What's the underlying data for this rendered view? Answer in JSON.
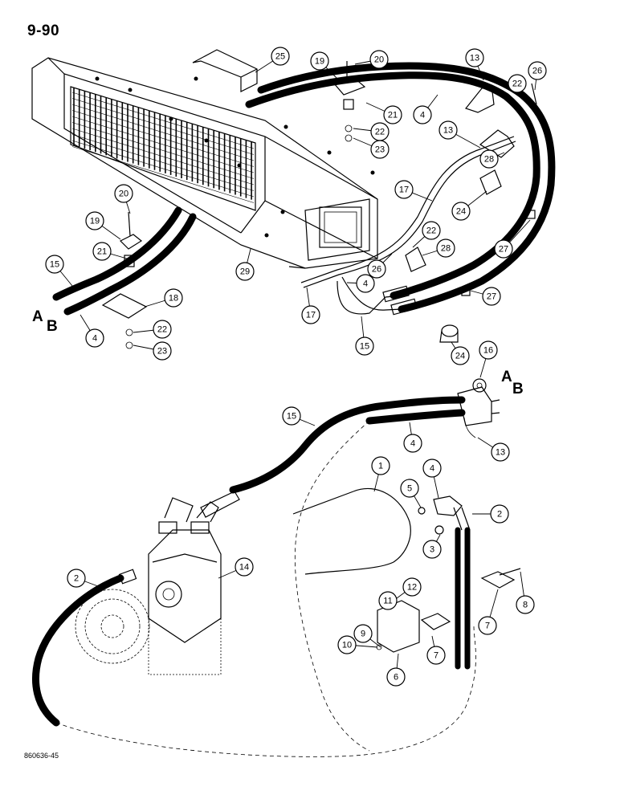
{
  "page_number": "9-90",
  "figure_id": "860636-45",
  "hose_ends": {
    "a": "A",
    "b": "B"
  },
  "callouts": [
    {
      "label": "25"
    },
    {
      "label": "19"
    },
    {
      "label": "20"
    },
    {
      "label": "13"
    },
    {
      "label": "26"
    },
    {
      "label": "22"
    },
    {
      "label": "21"
    },
    {
      "label": "4"
    },
    {
      "label": "22"
    },
    {
      "label": "23"
    },
    {
      "label": "13"
    },
    {
      "label": "28"
    },
    {
      "label": "17"
    },
    {
      "label": "24"
    },
    {
      "label": "27"
    },
    {
      "label": "20"
    },
    {
      "label": "19"
    },
    {
      "label": "21"
    },
    {
      "label": "15"
    },
    {
      "label": "18"
    },
    {
      "label": "29"
    },
    {
      "label": "4"
    },
    {
      "label": "22"
    },
    {
      "label": "23"
    },
    {
      "label": "22"
    },
    {
      "label": "26"
    },
    {
      "label": "28"
    },
    {
      "label": "4"
    },
    {
      "label": "27"
    },
    {
      "label": "17"
    },
    {
      "label": "15"
    },
    {
      "label": "24"
    },
    {
      "label": "16"
    },
    {
      "label": "15"
    },
    {
      "label": "4"
    },
    {
      "label": "13"
    },
    {
      "label": "1"
    },
    {
      "label": "4"
    },
    {
      "label": "5"
    },
    {
      "label": "2"
    },
    {
      "label": "3"
    },
    {
      "label": "14"
    },
    {
      "label": "12"
    },
    {
      "label": "11"
    },
    {
      "label": "8"
    },
    {
      "label": "2"
    },
    {
      "label": "9"
    },
    {
      "label": "10"
    },
    {
      "label": "7"
    },
    {
      "label": "7"
    },
    {
      "label": "6"
    }
  ]
}
